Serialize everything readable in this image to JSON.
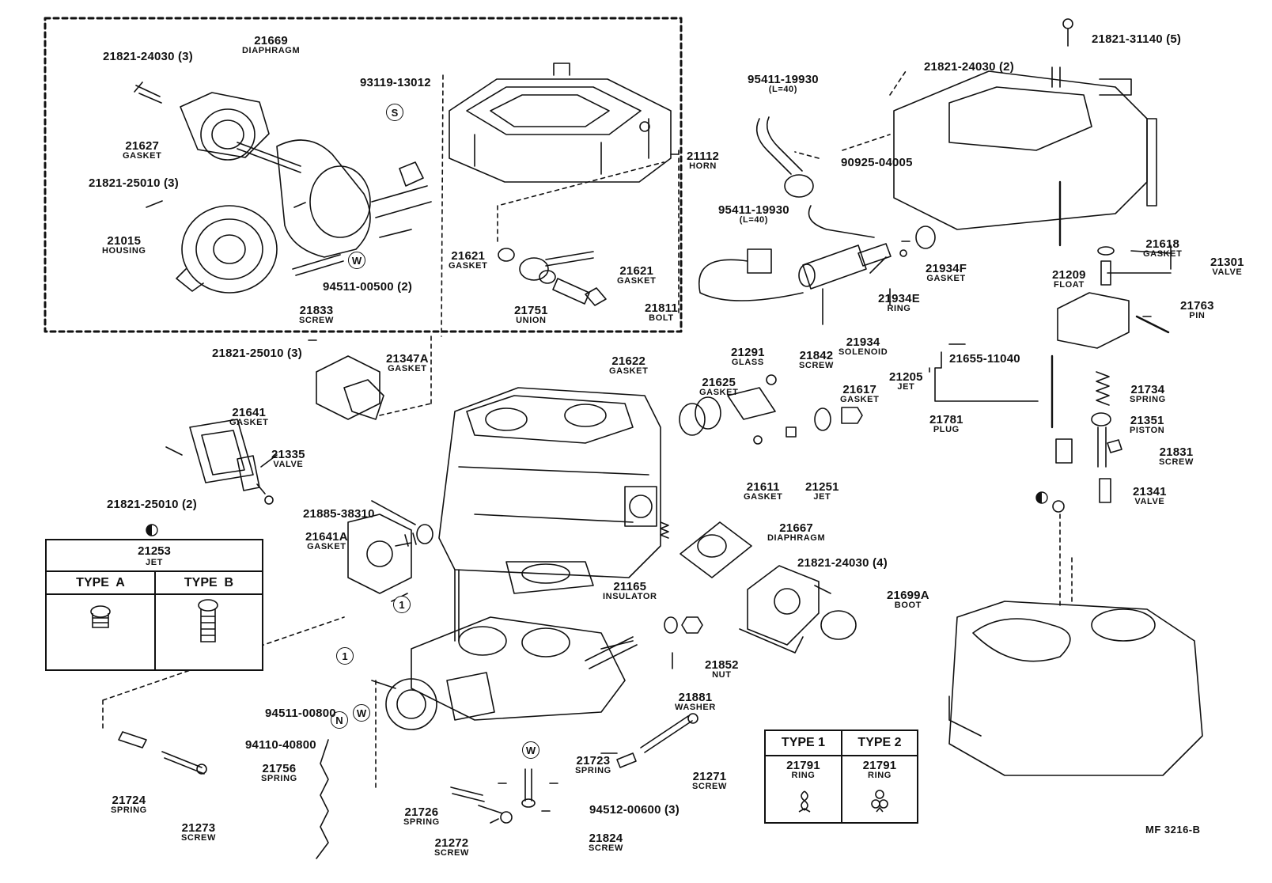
{
  "diagram_code": "MF 3216-B",
  "callouts": {
    "s": "S",
    "w": "W",
    "n": "N",
    "one": "1"
  },
  "labels": {
    "p21821_31140": {
      "num": "21821-31140 (5)"
    },
    "p21821_24030_top": {
      "num": "21821-24030 (3)"
    },
    "p21669": {
      "num": "21669",
      "desc": "DIAPHRAGM"
    },
    "p93119": {
      "num": "93119-13012"
    },
    "p21627": {
      "num": "21627",
      "desc": "GASKET"
    },
    "p21821_25010_a": {
      "num": "21821-25010 (3)"
    },
    "p21015": {
      "num": "21015",
      "desc": "HOUSING"
    },
    "p21112": {
      "num": "21112",
      "desc": "HORN"
    },
    "p21621a": {
      "num": "21621",
      "desc": "GASKET"
    },
    "p21621b": {
      "num": "21621",
      "desc": "GASKET"
    },
    "p94511_00500": {
      "num": "94511-00500 (2)"
    },
    "p21833": {
      "num": "21833",
      "desc": "SCREW"
    },
    "p21751": {
      "num": "21751",
      "desc": "UNION"
    },
    "p21811": {
      "num": "21811",
      "desc": "BOLT"
    },
    "p95411_a": {
      "num": "95411-19930",
      "desc": "(L=40)"
    },
    "p21821_24030_b": {
      "num": "21821-24030 (2)"
    },
    "p90925": {
      "num": "90925-04005"
    },
    "p95411_b": {
      "num": "95411-19930",
      "desc": "(L=40)"
    },
    "p21934f": {
      "num": "21934F",
      "desc": "GASKET"
    },
    "p21934e": {
      "num": "21934E",
      "desc": "RING"
    },
    "p21934": {
      "num": "21934",
      "desc": "SOLENOID"
    },
    "p21618": {
      "num": "21618",
      "desc": "GASKET"
    },
    "p21301": {
      "num": "21301",
      "desc": "VALVE"
    },
    "p21209": {
      "num": "21209",
      "desc": "FLOAT"
    },
    "p21763": {
      "num": "21763",
      "desc": "PIN"
    },
    "p21821_25010_b": {
      "num": "21821-25010 (3)"
    },
    "p21347a": {
      "num": "21347A",
      "desc": "GASKET"
    },
    "p21622": {
      "num": "21622",
      "desc": "GASKET"
    },
    "p21291": {
      "num": "21291",
      "desc": "GLASS"
    },
    "p21842": {
      "num": "21842",
      "desc": "SCREW"
    },
    "p21625": {
      "num": "21625",
      "desc": "GASKET"
    },
    "p21617": {
      "num": "21617",
      "desc": "GASKET"
    },
    "p21781": {
      "num": "21781",
      "desc": "PLUG"
    },
    "p21655": {
      "num": "21655-11040"
    },
    "p21205": {
      "num": "21205",
      "desc": "JET"
    },
    "p21734": {
      "num": "21734",
      "desc": "SPRING"
    },
    "p21351": {
      "num": "21351",
      "desc": "PISTON"
    },
    "p21831": {
      "num": "21831",
      "desc": "SCREW"
    },
    "p21341": {
      "num": "21341",
      "desc": "VALVE"
    },
    "p21641": {
      "num": "21641",
      "desc": "GASKET"
    },
    "p21335": {
      "num": "21335",
      "desc": "VALVE"
    },
    "p21821_25010_c": {
      "num": "21821-25010 (2)"
    },
    "p21611": {
      "num": "21611",
      "desc": "GASKET"
    },
    "p21251": {
      "num": "21251",
      "desc": "JET"
    },
    "p21885": {
      "num": "21885-38310"
    },
    "p21641a": {
      "num": "21641A",
      "desc": "GASKET"
    },
    "p21667": {
      "num": "21667",
      "desc": "DIAPHRAGM"
    },
    "p21821_24030_c": {
      "num": "21821-24030 (4)"
    },
    "p21699a": {
      "num": "21699A",
      "desc": "BOOT"
    },
    "p21165": {
      "num": "21165",
      "desc": "INSULATOR"
    },
    "p21852": {
      "num": "21852",
      "desc": "NUT"
    },
    "p21881": {
      "num": "21881",
      "desc": "WASHER"
    },
    "p94511_00800": {
      "num": "94511-00800"
    },
    "p94110": {
      "num": "94110-40800"
    },
    "p21756": {
      "num": "21756",
      "desc": "SPRING"
    },
    "p21724": {
      "num": "21724",
      "desc": "SPRING"
    },
    "p21273": {
      "num": "21273",
      "desc": "SCREW"
    },
    "p21723": {
      "num": "21723",
      "desc": "SPRING"
    },
    "p21271": {
      "num": "21271",
      "desc": "SCREW"
    },
    "p21726": {
      "num": "21726",
      "desc": "SPRING"
    },
    "p94512": {
      "num": "94512-00600 (3)"
    },
    "p21272": {
      "num": "21272",
      "desc": "SCREW"
    },
    "p21824": {
      "num": "21824",
      "desc": "SCREW"
    }
  },
  "jet_table": {
    "num": "21253",
    "desc": "JET",
    "type_a": "TYPE  A",
    "type_b": "TYPE  B"
  },
  "ring_table": {
    "type1": "TYPE 1",
    "type2": "TYPE 2",
    "ring1": {
      "num": "21791",
      "desc": "RING"
    },
    "ring2": {
      "num": "21791",
      "desc": "RING"
    }
  }
}
